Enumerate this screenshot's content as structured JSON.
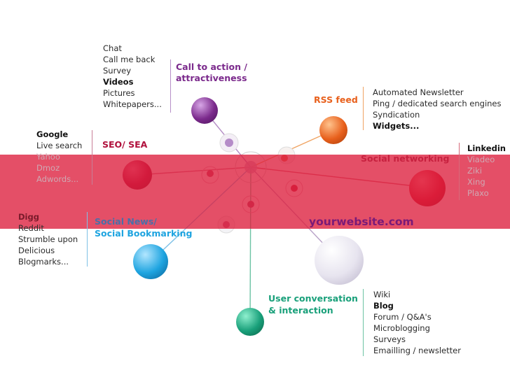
{
  "site": "yourwebsite.com",
  "categories": {
    "cta": "Call to action  /",
    "cta2": "attractiveness",
    "rss": "RSS feed",
    "seo": "SEO/ SEA",
    "social_networking": "Social networking",
    "social_news": "Social News/",
    "social_news2": "Social Bookmarking",
    "conversation": "User  conversation",
    "conversation2": "& interaction"
  },
  "lists": {
    "cta": [
      "Chat",
      "Call me back",
      "Survey",
      "Videos",
      "Pictures",
      "Whitepapers..."
    ],
    "rss": [
      "Automated Newsletter",
      "Ping / dedicated search engines",
      "Syndication",
      "Widgets..."
    ],
    "seo": [
      "Google",
      "Live search",
      "Yahoo",
      "Dmoz",
      "Adwords..."
    ],
    "social_networking": [
      "Linkedin",
      "Viadeo",
      "Ziki",
      "Xing",
      "Plaxo"
    ],
    "social_news": [
      "Digg",
      "Reddit",
      "Strumble upon",
      "Delicious",
      "Blogmarks..."
    ],
    "conversation": [
      "Wiki",
      "Blog",
      "Forum / Q&A's",
      "Microblogging",
      "Surveys",
      "Emailling / newsletter"
    ]
  },
  "colors": {
    "purple": "#7b2a8c",
    "orange": "#e8601c",
    "crimson": "#b0103c",
    "red": "#d51a2e",
    "blue": "#1ea4e0",
    "teal": "#19a07a",
    "band": "#dc1e3c"
  }
}
